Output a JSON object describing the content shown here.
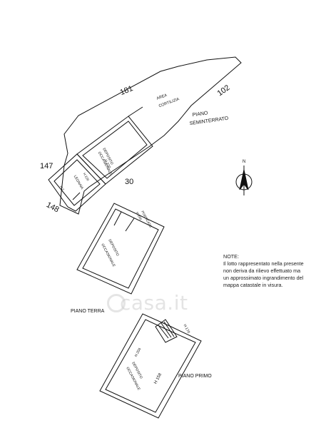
{
  "labels": {
    "dim_181": "181",
    "dim_102": "102",
    "dim_147": "147",
    "dim_30": "30",
    "dim_148": "148",
    "area_cortiliza_1": "AREA",
    "area_cortiliza_2": "CORTILIZIA",
    "piano_seminterrato_1": "PIANO",
    "piano_seminterrato_2": "SEMINTERRATO",
    "deposito_1_l1": "DEPOSITO",
    "deposito_1_l2": "OCCASIONALE",
    "deposito_1_l3": "H 270",
    "h_220": "H 220",
    "legnaia": "LEGNAIA",
    "h_2xx": "H 2…",
    "porticato_l1": "PORTICATO",
    "porticato_l2": "H 290",
    "deposito_2_l1": "DEPOSITO",
    "deposito_2_l2": "OCCASIONALE",
    "piano_terra": "PIANO TERRA",
    "h_170": "H 170",
    "h_204": "H 204",
    "h_158": "H 158",
    "deposito_3_l1": "DEPOSITO",
    "deposito_3_l2": "OCCASIONALE",
    "piano_primo": "PIANO PRIMO",
    "north": "N"
  },
  "note": {
    "title": "NOTE:",
    "lines": [
      "Il lotto rappresentato nella presente",
      "non deriva da rilievo effettuato ma",
      "un approssimato ingrandimento del",
      "mappa catastale in visura."
    ]
  },
  "watermark": "casa.it"
}
